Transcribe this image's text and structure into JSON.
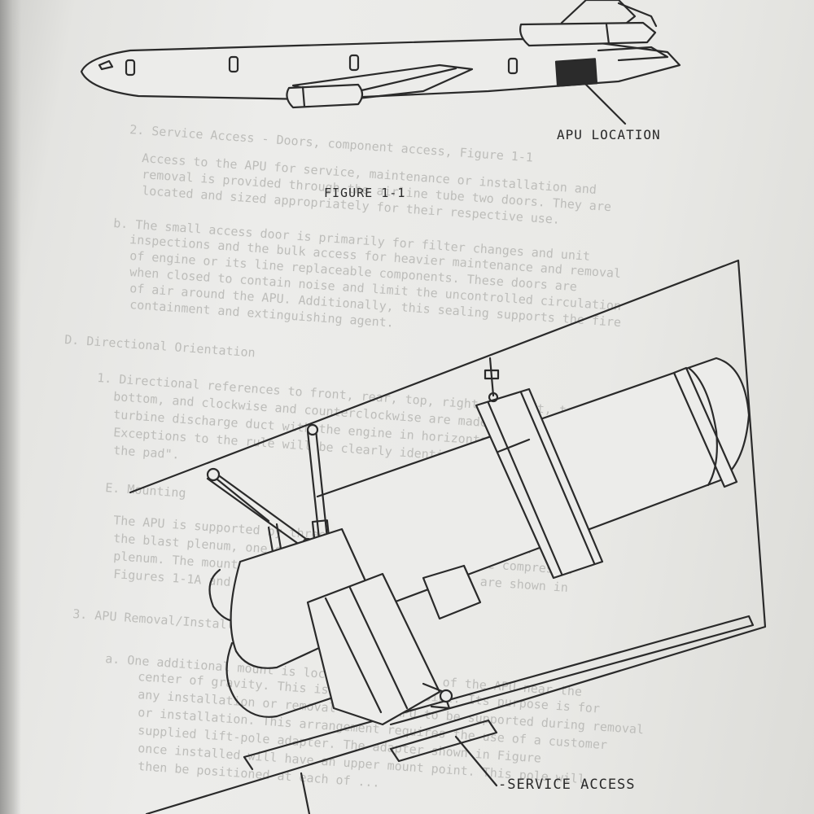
{
  "figure": {
    "caption": "FIGURE 1-1",
    "apu_location_label": "APU LOCATION",
    "service_access_label": "-SERVICE ACCESS"
  },
  "bleed_through": [
    "2. Service Access - Doors, component access, Figure 1-1",
    "Access to the APU for service, maintenance or installation and",
    "removal is provided through the airline tube two doors. They are",
    "located and sized appropriately for their respective use.",
    "b. The small access door is primarily for filter changes and unit",
    "inspections and the bulk access for heavier maintenance and removal",
    "of engine or its line replaceable components. These doors are",
    "when closed to contain noise and limit the uncontrolled circulation",
    "of air around the APU. Additionally, this sealing supports the fire",
    "containment and extinguishing agent.",
    "D. Directional Orientation",
    "1. Directional references to front, rear, top, right and left, top and",
    "bottom, and clockwise and counterclockwise are made facing the",
    "turbine discharge duct with the engine in horizontal position.",
    "Exceptions to the rule will be clearly identified, such as \"facing",
    "the pad\".",
    "E. Mounting",
    "The APU is supported by three vibration isolators, one on",
    "the blast plenum, one on the gear box and one on the compressor",
    "plenum. The mounts and their respective locations are shown in",
    "Figures 1-1A and 1-3B.",
    "3. APU Removal/Installation",
    "a. One additional mount is located on the top of the APU near the",
    "center of gravity. This is a hoisting point. Its purpose is for",
    "any installation or removal of the APU to be supported during removal",
    "or installation. This arrangement requires the use of a customer",
    "supplied lift-pole adapter. The adapter shown in Figure",
    "once installed will have an upper mount point. This pole will",
    "then be positioned at each of ..."
  ],
  "colors": {
    "ink": "#2a2a2a",
    "paper": "#ececea",
    "apu_fill": "#2b2b2b",
    "bleed": "#bdbdba"
  }
}
